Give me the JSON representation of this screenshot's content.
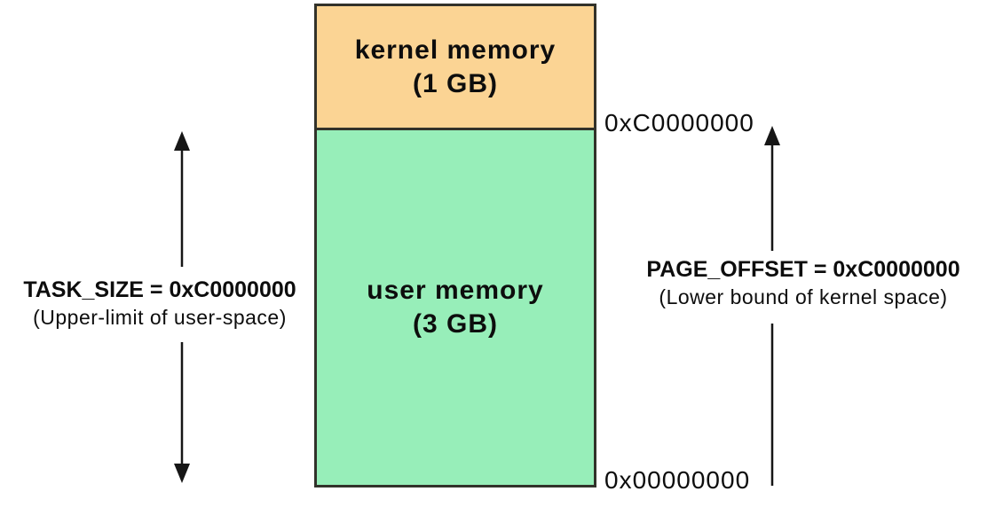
{
  "colors": {
    "kernel_fill": "#fbd494",
    "user_fill": "#97eeb9",
    "border": "#32322a",
    "background": "#ffffff",
    "text": "#0d0d0d"
  },
  "memory_box": {
    "kernel": {
      "name": "kernel memory",
      "size": "(1 GB)"
    },
    "user": {
      "name": "user memory",
      "size": "(3 GB)"
    }
  },
  "addresses": {
    "boundary": "0xC0000000",
    "bottom": "0x00000000"
  },
  "annotations": {
    "left": {
      "title": "TASK_SIZE = 0xC0000000",
      "subtitle": "(Upper-limit of user-space)"
    },
    "right": {
      "title": "PAGE_OFFSET = 0xC0000000",
      "subtitle": "(Lower bound of kernel space)"
    }
  },
  "arrows": {
    "left": "double-headed-vertical-range-arrow",
    "right": "upward-direction-arrow"
  }
}
